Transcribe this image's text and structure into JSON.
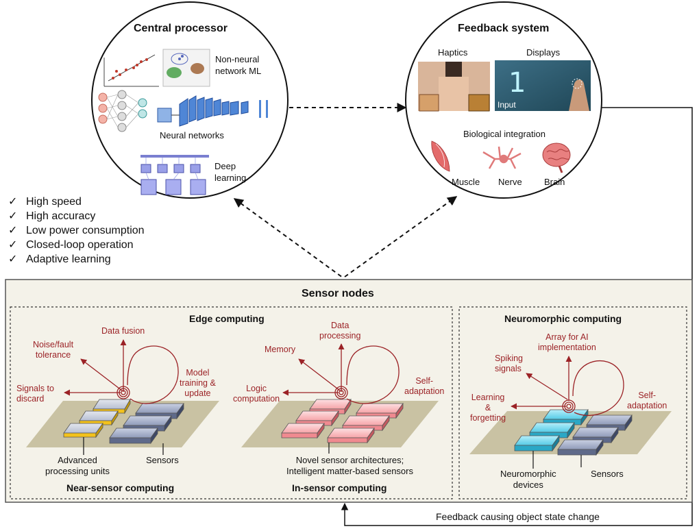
{
  "central_processor": {
    "title": "Central processor",
    "non_neural_line1": "Non-neural",
    "non_neural_line2": "network ML",
    "neural_networks": "Neural networks",
    "deep_line1": "Deep",
    "deep_line2": "learning"
  },
  "feedback_system": {
    "title": "Feedback system",
    "haptics": "Haptics",
    "displays": "Displays",
    "display_input": "Input",
    "display_digit": "1",
    "biological_integration": "Biological integration",
    "muscle": "Muscle",
    "nerve": "Nerve",
    "brain": "Brain"
  },
  "advantages": [
    "High speed",
    "High accuracy",
    "Low power consumption",
    "Closed-loop operation",
    "Adaptive learning"
  ],
  "check_glyph": "✓",
  "sensor_nodes": {
    "title": "Sensor nodes",
    "edge": {
      "title": "Edge computing",
      "near": {
        "caption": "Near-sensor computing",
        "data_fusion": "Data fusion",
        "noise_line1": "Noise/fault",
        "noise_line2": "tolerance",
        "signals_line1": "Signals to",
        "signals_line2": "discard",
        "model_line1": "Model",
        "model_line2": "training &",
        "model_line3": "update",
        "advanced_line1": "Advanced",
        "advanced_line2": "processing units",
        "sensors": "Sensors"
      },
      "in": {
        "caption": "In-sensor computing",
        "data_processing_line1": "Data",
        "data_processing_line2": "processing",
        "memory": "Memory",
        "logic_line1": "Logic",
        "logic_line2": "computation",
        "self_line1": "Self-",
        "self_line2": "adaptation",
        "novel_line1": "Novel sensor architectures;",
        "novel_line2": "Intelligent matter-based sensors"
      }
    },
    "neuro": {
      "title": "Neuromorphic  computing",
      "array_line1": "Array for AI",
      "array_line2": "implementation",
      "spiking_line1": "Spiking",
      "spiking_line2": "signals",
      "learning_line1": "Learning",
      "learning_line2": "&",
      "learning_line3": "forgetting",
      "self_line1": "Self-",
      "self_line2": "adaptation",
      "devices_line1": "Neuromorphic",
      "devices_line2": "devices",
      "sensors": "Sensors"
    }
  },
  "feedback_caption": "Feedback causing object state change",
  "colors": {
    "panel_bg": "#f4f2e9",
    "annotation_red": "#9b2226",
    "processing_yellow": "#f3c21c",
    "sensor_blue": "#8f9ab8",
    "insensor_pink": "#f6a3a7",
    "neuromorphic_cyan": "#53cbe6",
    "platform": "#c9c2a3"
  }
}
